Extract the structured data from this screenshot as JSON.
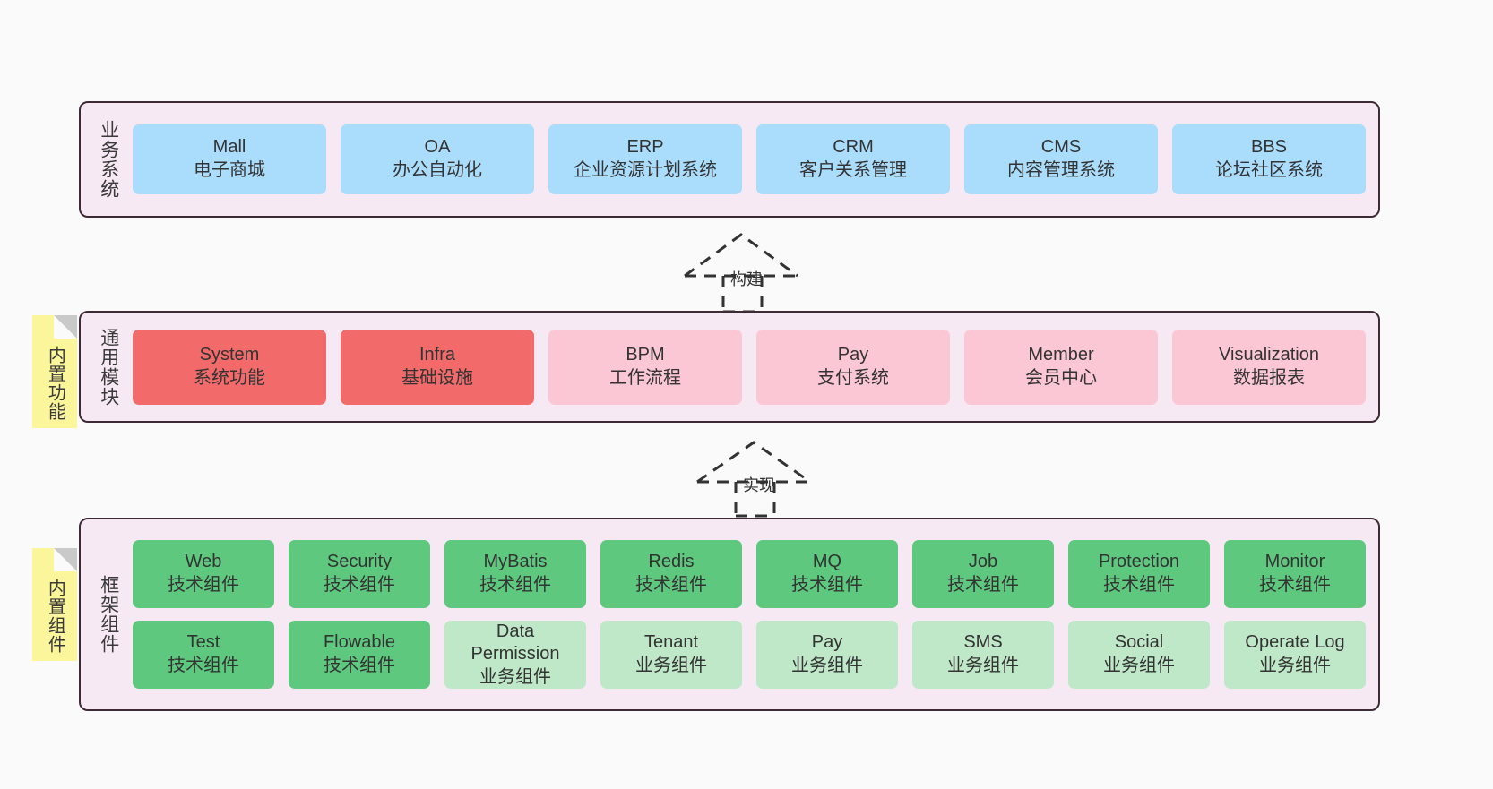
{
  "diagram": {
    "background": "#fafafa",
    "panel_fill": "#f7e9f3",
    "panel_border": "#3d2a35",
    "note_fill": "#fbf59b",
    "colors": {
      "business": "#aadcfb",
      "module_strong": "#f26a6a",
      "module_light": "#fcc7d4",
      "component_tech": "#5ec97e",
      "component_biz": "#bee8c8"
    }
  },
  "layers": {
    "business": {
      "title": "业务系统",
      "cards": [
        {
          "name": "Mall",
          "desc": "电子商城"
        },
        {
          "name": "OA",
          "desc": "办公自动化"
        },
        {
          "name": "ERP",
          "desc": "企业资源计划系统"
        },
        {
          "name": "CRM",
          "desc": "客户关系管理"
        },
        {
          "name": "CMS",
          "desc": "内容管理系统"
        },
        {
          "name": "BBS",
          "desc": "论坛社区系统"
        }
      ]
    },
    "module": {
      "title": "通用模块",
      "note": "内置功能",
      "cards": [
        {
          "name": "System",
          "desc": "系统功能",
          "tone": "strong"
        },
        {
          "name": "Infra",
          "desc": "基础设施",
          "tone": "strong"
        },
        {
          "name": "BPM",
          "desc": "工作流程",
          "tone": "light"
        },
        {
          "name": "Pay",
          "desc": "支付系统",
          "tone": "light"
        },
        {
          "name": "Member",
          "desc": "会员中心",
          "tone": "light"
        },
        {
          "name": "Visualization",
          "desc": "数据报表",
          "tone": "light"
        }
      ]
    },
    "framework": {
      "title": "框架组件",
      "note": "内置组件",
      "row1": [
        {
          "name": "Web",
          "desc": "技术组件",
          "tone": "tech"
        },
        {
          "name": "Security",
          "desc": "技术组件",
          "tone": "tech"
        },
        {
          "name": "MyBatis",
          "desc": "技术组件",
          "tone": "tech"
        },
        {
          "name": "Redis",
          "desc": "技术组件",
          "tone": "tech"
        },
        {
          "name": "MQ",
          "desc": "技术组件",
          "tone": "tech"
        },
        {
          "name": "Job",
          "desc": "技术组件",
          "tone": "tech"
        },
        {
          "name": "Protection",
          "desc": "技术组件",
          "tone": "tech"
        },
        {
          "name": "Monitor",
          "desc": "技术组件",
          "tone": "tech"
        }
      ],
      "row2": [
        {
          "name": "Test",
          "desc": "技术组件",
          "tone": "tech"
        },
        {
          "name": "Flowable",
          "desc": "技术组件",
          "tone": "tech"
        },
        {
          "name": "Data Permission",
          "desc": "业务组件",
          "tone": "biz"
        },
        {
          "name": "Tenant",
          "desc": "业务组件",
          "tone": "biz"
        },
        {
          "name": "Pay",
          "desc": "业务组件",
          "tone": "biz"
        },
        {
          "name": "SMS",
          "desc": "业务组件",
          "tone": "biz"
        },
        {
          "name": "Social",
          "desc": "业务组件",
          "tone": "biz"
        },
        {
          "name": "Operate Log",
          "desc": "业务组件",
          "tone": "biz"
        }
      ]
    }
  },
  "connectors": [
    {
      "id": "build",
      "label": "构建"
    },
    {
      "id": "implement",
      "label": "实现"
    }
  ]
}
